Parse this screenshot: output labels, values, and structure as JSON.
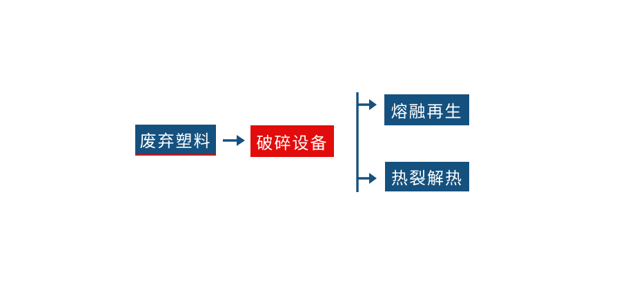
{
  "diagram": {
    "description": "waste-plastic-recycling-flow",
    "colors": {
      "background": "#ffffff",
      "node_blue": "#15517e",
      "node_red": "#e20c0c",
      "arrow_blue": "#15517e",
      "underline_red": "#e20c0c",
      "text": "#ffffff"
    },
    "nodes": [
      {
        "id": "waste-plastic",
        "label": "废弃塑料",
        "fill": "blue",
        "underline": true
      },
      {
        "id": "crushing-equipment",
        "label": "破碎设备",
        "fill": "red",
        "underline": false
      },
      {
        "id": "melt-regeneration",
        "label": "熔融再生",
        "fill": "blue",
        "underline": false
      },
      {
        "id": "pyrolysis-heat",
        "label": "热裂解热",
        "fill": "blue",
        "underline": false
      }
    ],
    "edges": [
      {
        "from": "废弃塑料",
        "to": "破碎设备"
      },
      {
        "from": "破碎设备",
        "to": "熔融再生"
      },
      {
        "from": "破碎设备",
        "to": "热裂解热"
      }
    ]
  }
}
